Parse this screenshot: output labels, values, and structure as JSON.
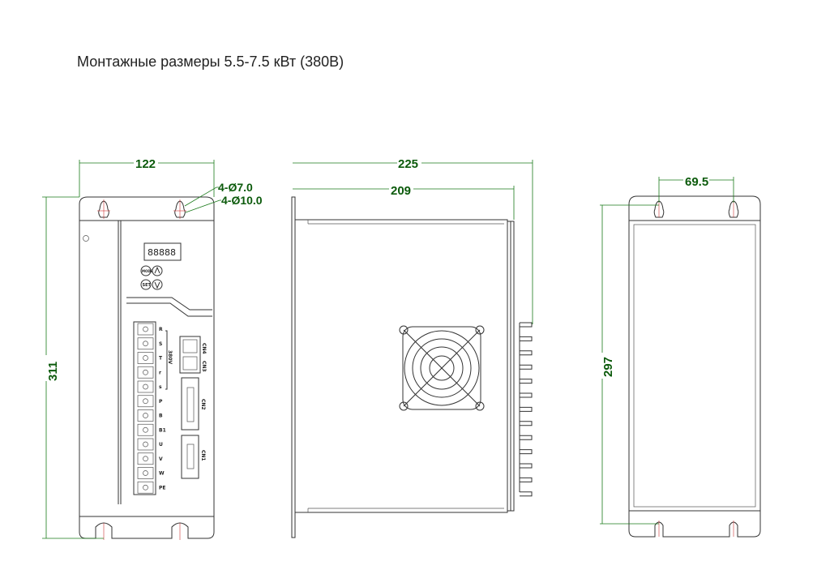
{
  "title": "Монтажные размеры 5.5-7.5 кВт (380В)",
  "front_view": {
    "width_dim": "122",
    "height_dim": "311",
    "hole_small": "4-Ø7.0",
    "hole_large": "4-Ø10.0",
    "display": "88888",
    "buttons": [
      "MODE",
      "SET"
    ],
    "terminals": [
      "R",
      "S",
      "T",
      "r",
      "s",
      "P",
      "B",
      "B1",
      "U",
      "V",
      "W",
      "PE"
    ],
    "voltage_label": "380V",
    "connectors": [
      "CN4",
      "CN3",
      "CN2",
      "CN1"
    ]
  },
  "side_view": {
    "overall_depth_dim": "225",
    "body_depth_dim": "209"
  },
  "rear_view": {
    "hole_spacing_dim": "69.5",
    "hole_height_dim": "297"
  },
  "colors": {
    "dimension": "#1a7a1a",
    "outline": "#333333",
    "centerline": "#cc3333"
  }
}
